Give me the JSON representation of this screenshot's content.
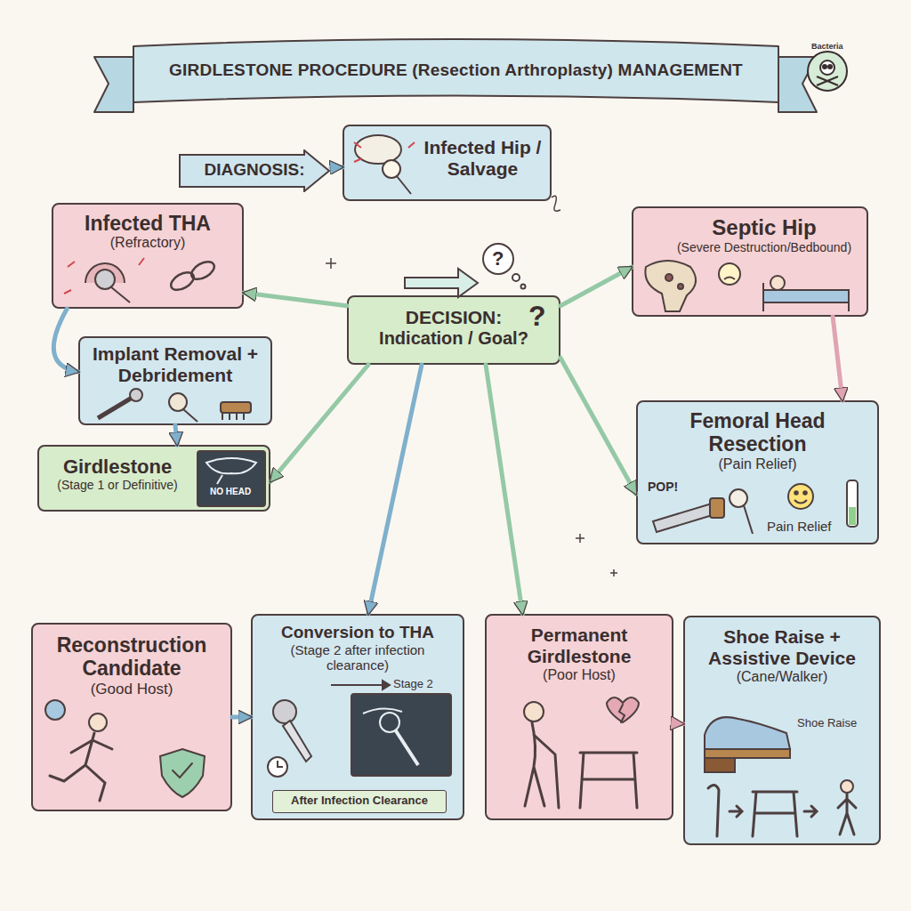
{
  "diagram": {
    "title": "GIRDLESTONE PROCEDURE (Resection Arthroplasty) MANAGEMENT",
    "nodes": [
      {
        "text": [
          "DIAGNOSIS:"
        ]
      },
      {
        "text": [
          "Infected Hip / Salvage"
        ]
      },
      {
        "text": [
          "Infected THA",
          "(Refractory)"
        ]
      },
      {
        "text": [
          "Septic Hip",
          "(Severe Destruction/Bedbound)"
        ]
      },
      {
        "text": [
          "DECISION:",
          "Indication / Goal?"
        ]
      },
      {
        "text": [
          "Implant Removal + Debridement"
        ]
      },
      {
        "text": [
          "Femoral Head Resection",
          "(Pain Relief)"
        ]
      },
      {
        "text": [
          "Girdlestone",
          "(Stage 1 or Definitive)"
        ]
      },
      {
        "text": [
          "Reconstruction Candidate",
          "(Good Host)"
        ]
      },
      {
        "text": [
          "Conversion to THA",
          "(Stage 2 after infection clearance)"
        ]
      },
      {
        "text": [
          "After Infection Clearance"
        ],
        "in": 9
      },
      {
        "text": [
          "Permanent Girdlestone",
          "(Poor Host)"
        ]
      },
      {
        "text": [
          "Shoe Raise + Assistive Device",
          "(Cane/Walker)"
        ]
      }
    ],
    "edges": [
      {
        "from": 0,
        "to": 1,
        "arrow": "to"
      },
      {
        "from": 4,
        "to": 2,
        "arrow": "to"
      },
      {
        "from": 4,
        "to": 3,
        "arrow": "to"
      },
      {
        "from": 2,
        "to": 5,
        "arrow": "to"
      },
      {
        "from": 5,
        "to": 7,
        "arrow": "to"
      },
      {
        "from": 3,
        "to": 6,
        "arrow": "to"
      },
      {
        "from": 4,
        "to": 7,
        "arrow": "to"
      },
      {
        "from": 4,
        "to": 9,
        "arrow": "to"
      },
      {
        "from": 4,
        "to": 11,
        "arrow": "to"
      },
      {
        "from": 4,
        "to": 6,
        "arrow": "to"
      },
      {
        "from": 8,
        "to": 9,
        "arrow": "to"
      },
      {
        "from": 11,
        "to": 12,
        "arrow": "to"
      }
    ],
    "labels": [
      "Bacteria",
      "?",
      "?",
      "POP!",
      "Pain Relief",
      "NO HEAD",
      "Stage 2",
      "Shoe Raise"
    ]
  }
}
